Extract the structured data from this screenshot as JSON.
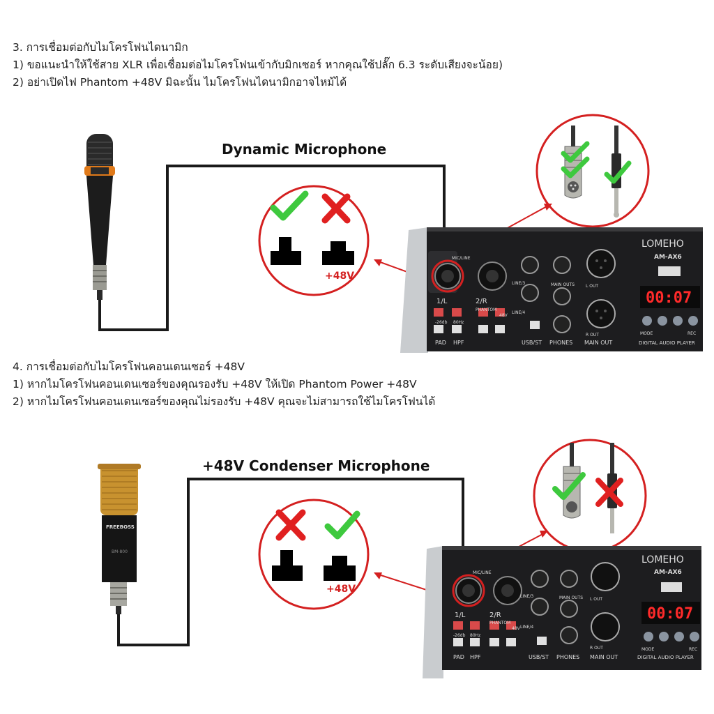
{
  "section1": {
    "heading": "3. การเชื่อมต่อกับไมโครโฟนไดนามิก",
    "line1": "1) ขอแนะนำให้ใช้สาย XLR เพื่อเชื่อมต่อไมโครโฟนเข้ากับมิกเซอร์ หากคุณใช้ปลั๊ก 6.3 ระดับเสียงจะน้อย)",
    "line2": "2) อย่าเปิดไฟ Phantom +48V มิฉะนั้น ไมโครโฟนไดนามิกอาจไหม้ได้",
    "diagram_title": "Dynamic Microphone",
    "phantom_label": "+48V",
    "mixer": {
      "brand": "LOMEHO",
      "model": "AM-AX6",
      "display": "00:07",
      "ch1_label": "1/L",
      "ch2_label": "2/R",
      "pad_label": "PAD",
      "hpf_label": "HPF",
      "usb_label": "USB/ST",
      "phones_label": "PHONES",
      "main_out_label": "MAIN OUT",
      "player_label": "DIGITAL AUDIO PLAYER",
      "main_outs_label": "MAIN OUTS",
      "phantom_label": "PHANTOM",
      "line_label": "LINE/3",
      "line4_label": "LINE/4",
      "mic_line_label": "MIC/LINE",
      "v48_label": "48V",
      "db_label": "-26db",
      "hz_label": "80Hz",
      "mode_label": "MODE",
      "rec_label": "REC",
      "lout_label": "L OUT",
      "rout_label": "R OUT"
    }
  },
  "section2": {
    "heading": "4. การเชื่อมต่อกับไมโครโฟนคอนเดนเซอร์ +48V",
    "line1": "1) หากไมโครโฟนคอนเดนเซอร์ของคุณรองรับ +48V ให้เปิด Phantom Power +48V",
    "line2": "2) หากไมโครโฟนคอนเดนเซอร์ของคุณไม่รองรับ +48V คุณจะไม่สามารถใช้ไมโครโฟนได้",
    "diagram_title": "+48V Condenser Microphone",
    "phantom_label": "+48V",
    "mic_brand": "FREEBOSS",
    "mic_model": "BM-800"
  },
  "colors": {
    "check": "#3ec93e",
    "cross": "#e02020",
    "circle": "#d42020",
    "arrow": "#d42020",
    "mixer_body": "#1d1d1f",
    "mixer_silver": "#c9cccf",
    "display_red": "#ff2a2a",
    "gold": "#c8922f"
  }
}
